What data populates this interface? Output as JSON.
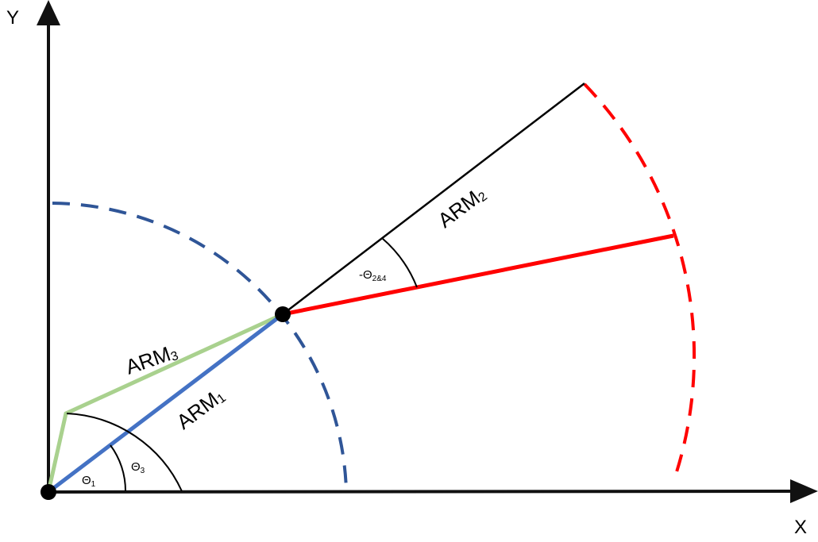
{
  "axes": {
    "x_label": "X",
    "y_label": "Y"
  },
  "arms": {
    "arm1": {
      "base": "ARM",
      "sub": "1"
    },
    "arm2": {
      "base": "ARM",
      "sub": "2"
    },
    "arm3": {
      "base": "ARM",
      "sub": "3"
    }
  },
  "angles": {
    "theta1": {
      "base": "Θ",
      "sub": "1"
    },
    "theta3": {
      "base": "Θ",
      "sub": "3"
    },
    "theta24": {
      "base": "-Θ",
      "sub": "2&4"
    }
  },
  "colors": {
    "axis": "#111111",
    "arm1": "#4472c4",
    "arm2": "#000000",
    "arm3": "#a9d18e",
    "red_arm": "#ff0000",
    "blue_arc": "#2f5597",
    "red_arc": "#ff0000",
    "joint": "#000000"
  }
}
